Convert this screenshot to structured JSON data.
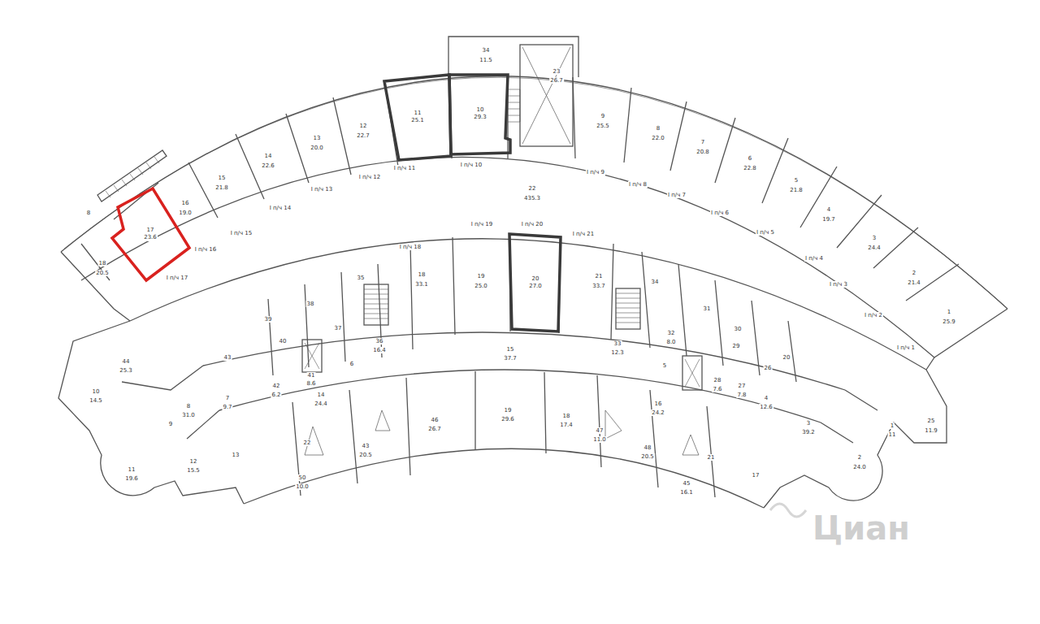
{
  "diagram": {
    "nodes": [
      {
        "text": [
          "11",
          "25.1"
        ]
      },
      {
        "text": [
          "10",
          "29.3"
        ]
      },
      {
        "text": [
          "17",
          "23.6"
        ]
      },
      {
        "text": [
          "20",
          "27.0"
        ]
      }
    ],
    "labels": [
      "34",
      "11.5",
      "23",
      "26.7",
      "9",
      "25.5",
      "8",
      "22.0",
      "7",
      "20.8",
      "6",
      "22.8",
      "5",
      "21.8",
      "4",
      "19.7",
      "3",
      "24.4",
      "2",
      "21.4",
      "1",
      "25.9",
      "12",
      "22.7",
      "13",
      "20.0",
      "14",
      "22.6",
      "15",
      "21.8",
      "16",
      "19.0",
      "18",
      "20.5",
      "8",
      "22",
      "435.3",
      "I п/ч 12",
      "I п/ч 11",
      "I п/ч 10",
      "I п/ч 9",
      "I п/ч 8",
      "I п/ч 7",
      "I п/ч 6",
      "I п/ч 5",
      "I п/ч 4",
      "I п/ч 3",
      "I п/ч 2",
      "I п/ч 1",
      "I п/ч 13",
      "I п/ч 14",
      "I п/ч 15",
      "I п/ч 16",
      "I п/ч 17",
      "I п/ч 18",
      "I п/ч 19",
      "I п/ч 20",
      "I п/ч 21",
      "19",
      "25.0",
      "18",
      "33.1",
      "21",
      "33.7",
      "15",
      "37.7",
      "36",
      "16.4",
      "38",
      "39",
      "37",
      "40",
      "41",
      "8.6",
      "35",
      "43",
      "42",
      "6.2",
      "7",
      "9.7",
      "8",
      "31.0",
      "44",
      "25.3",
      "10",
      "14.5",
      "11",
      "19.6",
      "12",
      "15.5",
      "9",
      "13",
      "14",
      "24.4",
      "50",
      "10.0",
      "22",
      "43",
      "20.5",
      "46",
      "26.7",
      "19",
      "29.6",
      "18",
      "17.4",
      "47",
      "11.0",
      "48",
      "20.5",
      "45",
      "16.1",
      "21",
      "16",
      "24.2",
      "33",
      "12.3",
      "32",
      "8.0",
      "34",
      "31",
      "30",
      "29",
      "28",
      "7.6",
      "27",
      "7.8",
      "4",
      "12.6",
      "5",
      "6",
      "20",
      "3",
      "39.2",
      "2",
      "24.0",
      "25",
      "11.9",
      "1",
      "11",
      "17",
      "26",
      "Циан"
    ]
  }
}
